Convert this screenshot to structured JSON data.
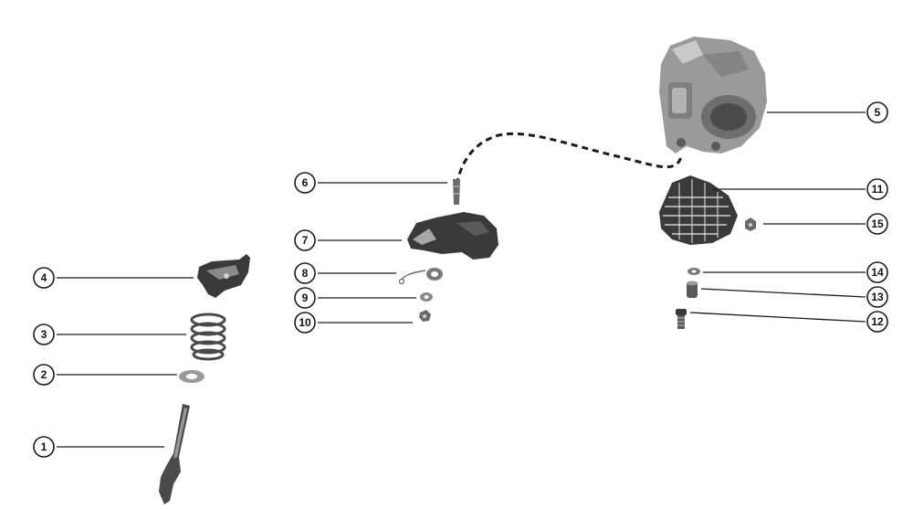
{
  "callouts": {
    "c1": "1",
    "c2": "2",
    "c3": "3",
    "c4": "4",
    "c5": "5",
    "c6": "6",
    "c7": "7",
    "c8": "8",
    "c9": "9",
    "c10": "10",
    "c11": "11",
    "c12": "12",
    "c13": "13",
    "c14": "14",
    "c15": "15"
  },
  "colors": {
    "ink": "#1a1a1a",
    "part_dark": "#3a3a3a",
    "part_mid": "#7a7a7a",
    "part_light": "#b9b9b9",
    "carb_body": "#9a9a9a"
  }
}
